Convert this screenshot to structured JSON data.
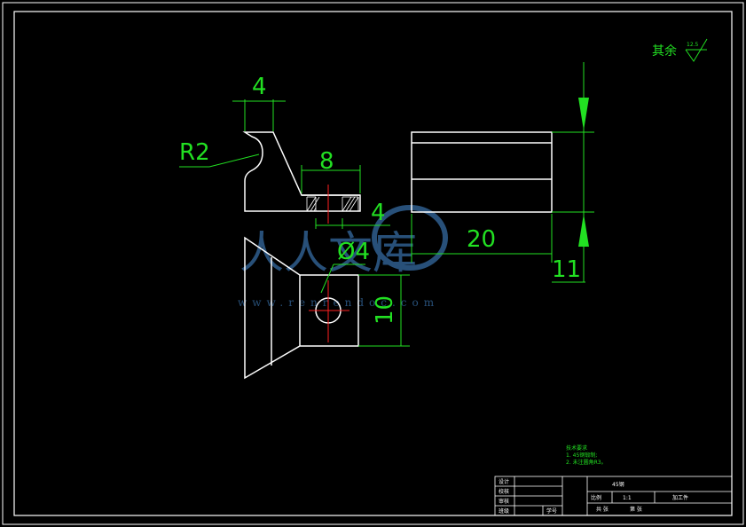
{
  "surface_note": {
    "label": "其余",
    "roughness": "12.5"
  },
  "dimensions": {
    "top_width": "4",
    "radius": "R2",
    "slot_width": "8",
    "slot_depth": "4",
    "hole_diameter": "Ø4",
    "side_length": "20",
    "side_height": "11",
    "front_height": "10"
  },
  "watermark": {
    "title": "人人文库",
    "url": "www.renrendoc.com"
  },
  "tech_notes": {
    "title": "技术要求",
    "lines": [
      "1. 45钢锻制;",
      "2. 未注圆角R3。"
    ]
  },
  "title_block": {
    "design": "设计",
    "check": "校核",
    "review": "审核",
    "class": "班级",
    "student_no": "学号",
    "material": "45钢",
    "scale_label": "比例",
    "scale_value": "1:1",
    "part_name": "加工件",
    "sheet_total_label": "共  张",
    "sheet_label": "第  张"
  },
  "colors": {
    "outline": "#ffffff",
    "dimension": "#22e022",
    "centerline": "#ff2020",
    "background": "#000000"
  }
}
